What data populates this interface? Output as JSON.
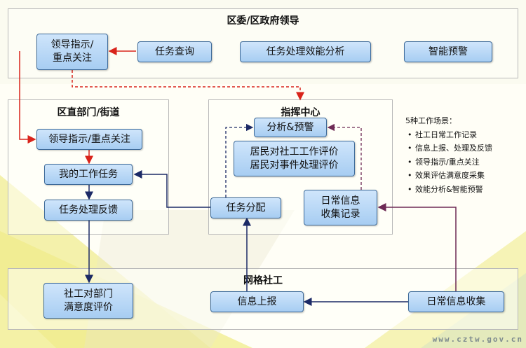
{
  "colors": {
    "node_fill_top": "#cfe5fb",
    "node_fill_bottom": "#a7cdf2",
    "node_border": "#3d6a99",
    "red_arrow": "#d9241b",
    "navy_arrow": "#1c2a66",
    "maroon_line": "#6e2a55",
    "background_band": "#f2f0a8"
  },
  "panels": {
    "leadership": {
      "title": "区委/区政府领导"
    },
    "department": {
      "title": "区直部门/街道"
    },
    "command": {
      "title": "指挥中心"
    },
    "grid": {
      "title": "网格社工"
    }
  },
  "nodes": {
    "leader_instruction_top": "领导指示/\n重点关注",
    "task_query": "任务查询",
    "task_efficiency_analysis": "任务处理效能分析",
    "smart_warning": "智能预警",
    "leader_instruction_dept": "领导指示/重点关注",
    "my_tasks": "我的工作任务",
    "task_feedback": "任务处理反馈",
    "analysis_warning": "分析&预警",
    "resident_evaluation": "居民对社工工作评价\n居民对事件处理评价",
    "task_assignment": "任务分配",
    "daily_info_record": "日常信息\n收集记录",
    "worker_satisfaction": "社工对部门\n满意度评价",
    "info_report": "信息上报",
    "daily_info_collect": "日常信息收集"
  },
  "scenarios": {
    "heading": "5种工作场景：",
    "items": [
      "社工日常工作记录",
      "信息上报、处理及反馈",
      "领导指示/重点关注",
      "效果评估满意度采集",
      "效能分析&智能预警"
    ]
  },
  "watermark": "www.cztw.gov.cn"
}
